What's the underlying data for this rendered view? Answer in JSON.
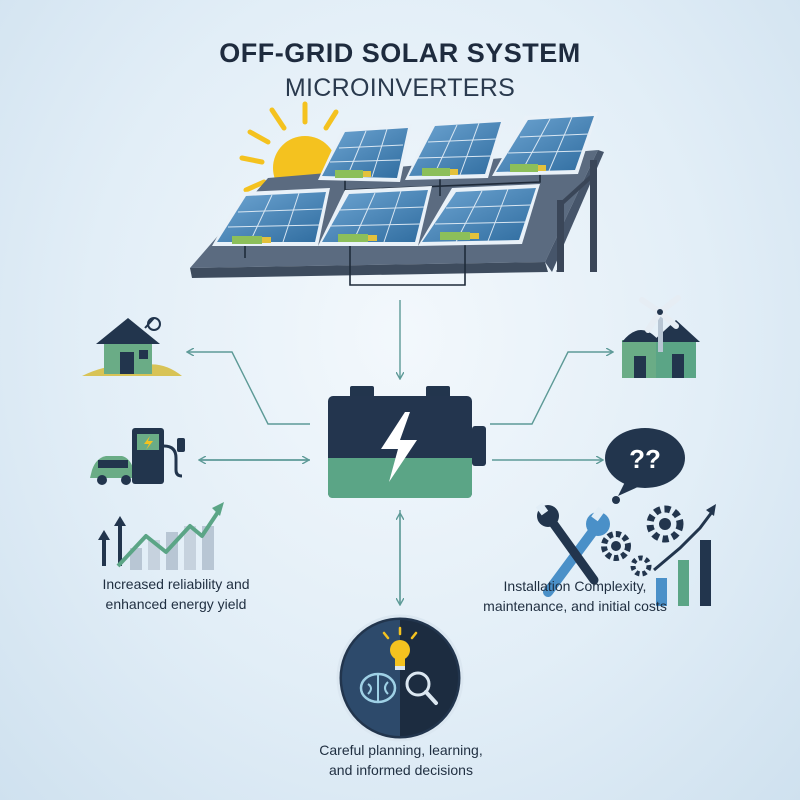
{
  "header": {
    "title": "OFF-GRID SOLAR SYSTEM",
    "subtitle": "MICROINVERTERS"
  },
  "center": {
    "icon": "battery-icon"
  },
  "nodes": {
    "top_left": {
      "icon": "house-icon"
    },
    "mid_left": {
      "icon": "ev-charger-icon"
    },
    "bottom_left": {
      "icon": "growth-chart-icon",
      "caption": [
        "Increased reliability and",
        "enhanced energy yield"
      ]
    },
    "top_right": {
      "icon": "farm-windmill-icon"
    },
    "mid_right": {
      "icon": "question-bubble-icon"
    },
    "bottom_right": {
      "icon": "tools-gears-chart-icon",
      "caption": [
        "Installation Complexity,",
        "maintenance, and initial costs"
      ]
    },
    "bottom": {
      "icon": "brain-bulb-magnifier-icon",
      "caption": [
        "Careful planning, learning,",
        "and informed decisions"
      ]
    }
  },
  "question_text": "??",
  "colors": {
    "navy": "#22354d",
    "green": "#5ba586",
    "panel": "#3f7fb0",
    "sun": "#f4c21f",
    "arrow": "#5d9a97"
  }
}
